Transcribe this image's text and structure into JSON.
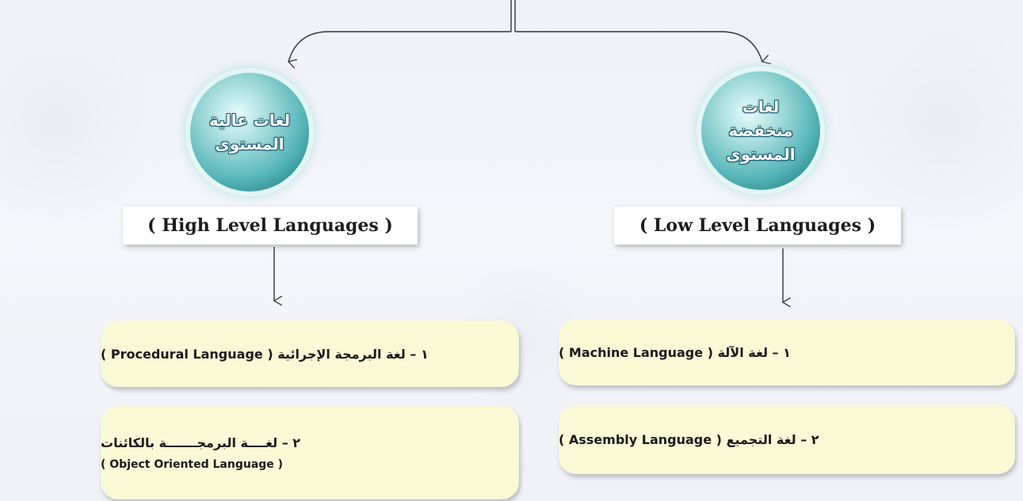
{
  "diagram": {
    "high": {
      "circle_lines": [
        "لغات عالية",
        "المستوى"
      ],
      "label": "( High Level Languages )",
      "items": [
        {
          "text": "١ – لغة البرمجة الإجرائية ( Procedural Language )"
        },
        {
          "text": "٢ – لغــــة البرمجـــــــة بالكائنات",
          "sub": "( Object Oriented Language )"
        }
      ]
    },
    "low": {
      "circle_lines": [
        "لغات",
        "منخفضة",
        "المستوى"
      ],
      "label": "( Low Level Languages )",
      "items": [
        {
          "text": "١ – لغة الآلة ( Machine Language )"
        },
        {
          "text": "٢ – لغة التجميع ( Assembly Language )"
        }
      ]
    }
  },
  "colors": {
    "item_fill": "#fbf8d6",
    "circle_teal": "#58b6b8",
    "connector": "#333333"
  }
}
